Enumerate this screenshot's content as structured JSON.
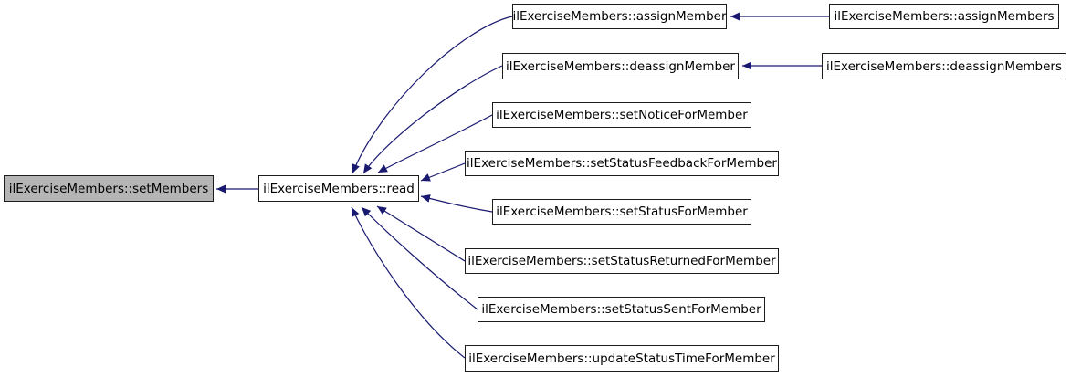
{
  "diagram": {
    "kind": "doxygen-caller-graph",
    "background_color": "#ffffff",
    "edge_color": "#191970",
    "node_border_color": "#1c1c1c",
    "node_fill_color": "#ffffff",
    "current_node_fill_color": "#b5b5b5",
    "nodes": [
      {
        "id": "setMembers",
        "label": "ilExerciseMembers::setMembers",
        "current": true
      },
      {
        "id": "read",
        "label": "ilExerciseMembers::read",
        "current": false
      },
      {
        "id": "assignMember",
        "label": "ilExerciseMembers::assignMember",
        "current": false
      },
      {
        "id": "deassignMember",
        "label": "ilExerciseMembers::deassignMember",
        "current": false
      },
      {
        "id": "setNoticeForMember",
        "label": "ilExerciseMembers::setNoticeForMember",
        "current": false
      },
      {
        "id": "setStatusFeedbackForMember",
        "label": "ilExerciseMembers::setStatusFeedbackForMember",
        "current": false
      },
      {
        "id": "setStatusForMember",
        "label": "ilExerciseMembers::setStatusForMember",
        "current": false
      },
      {
        "id": "setStatusReturnedForMember",
        "label": "ilExerciseMembers::setStatusReturnedForMember",
        "current": false
      },
      {
        "id": "setStatusSentForMember",
        "label": "ilExerciseMembers::setStatusSentForMember",
        "current": false
      },
      {
        "id": "updateStatusTimeForMember",
        "label": "ilExerciseMembers::updateStatusTimeForMember",
        "current": false
      },
      {
        "id": "assignMembers",
        "label": "ilExerciseMembers::assignMembers",
        "current": false
      },
      {
        "id": "deassignMembers",
        "label": "ilExerciseMembers::deassignMembers",
        "current": false
      }
    ],
    "edges": [
      {
        "from": "read",
        "to": "setMembers"
      },
      {
        "from": "assignMember",
        "to": "read"
      },
      {
        "from": "deassignMember",
        "to": "read"
      },
      {
        "from": "setNoticeForMember",
        "to": "read"
      },
      {
        "from": "setStatusFeedbackForMember",
        "to": "read"
      },
      {
        "from": "setStatusForMember",
        "to": "read"
      },
      {
        "from": "setStatusReturnedForMember",
        "to": "read"
      },
      {
        "from": "setStatusSentForMember",
        "to": "read"
      },
      {
        "from": "updateStatusTimeForMember",
        "to": "read"
      },
      {
        "from": "assignMembers",
        "to": "assignMember"
      },
      {
        "from": "deassignMembers",
        "to": "deassignMember"
      }
    ]
  }
}
